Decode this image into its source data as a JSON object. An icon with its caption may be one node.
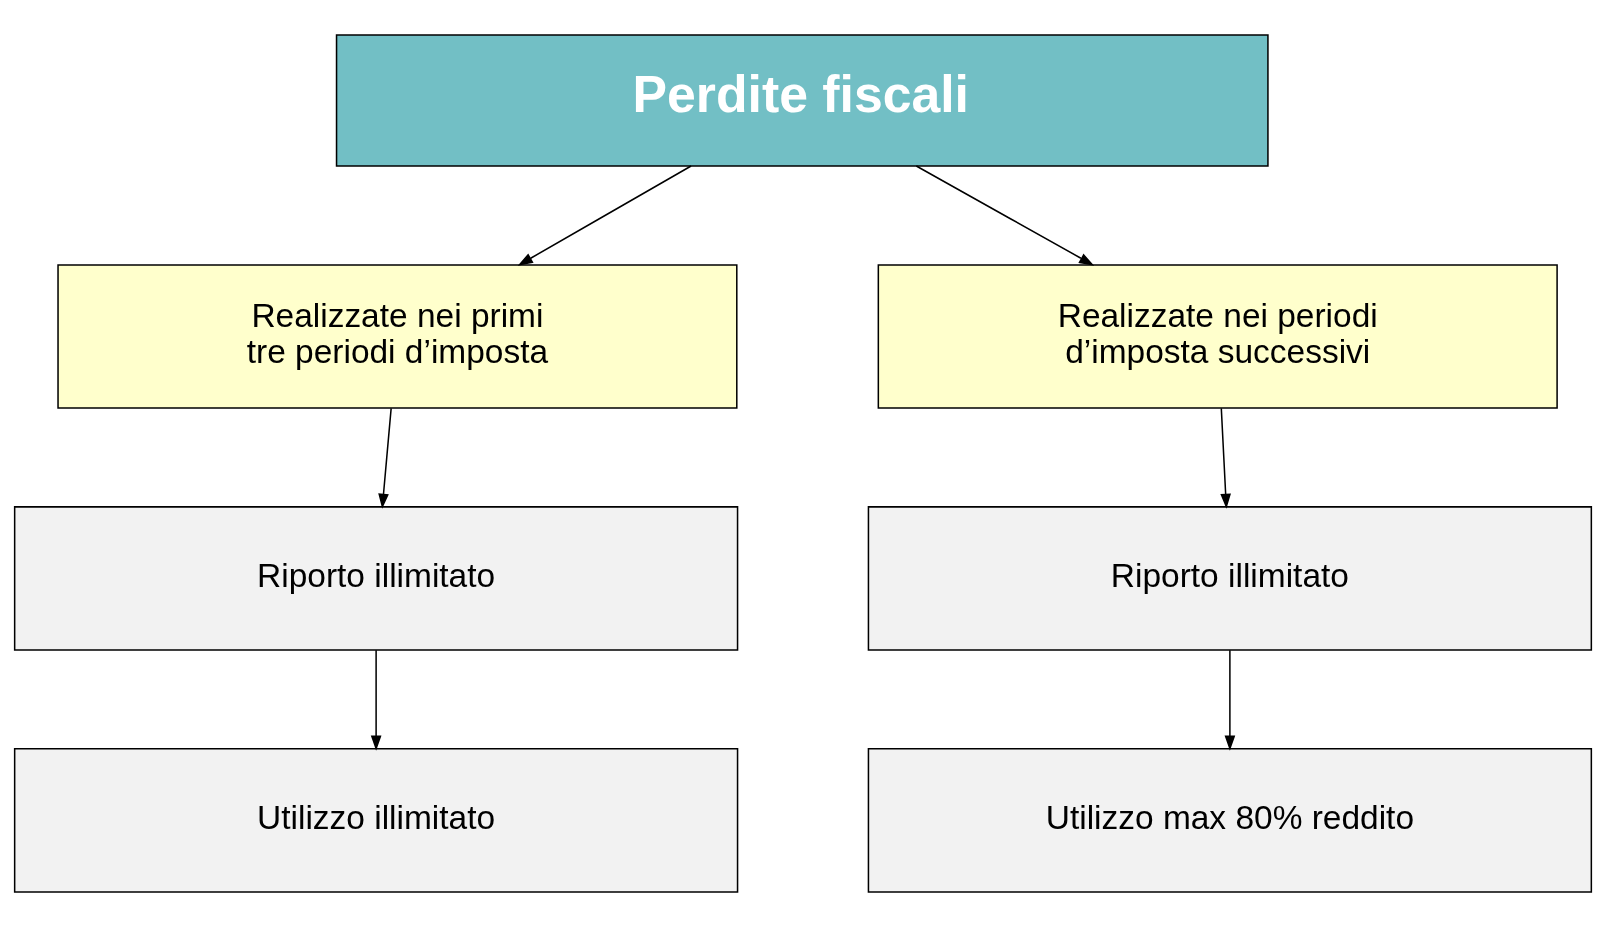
{
  "diagram": {
    "nodes": [
      {
        "text": [
          "Perdite fiscali"
        ]
      },
      {
        "text": [
          "Realizzate nei primi tre periodi d’imposta"
        ]
      },
      {
        "text": [
          "Realizzate nei periodi d’imposta successivi"
        ]
      },
      {
        "text": [
          "Riporto illimitato"
        ]
      },
      {
        "text": [
          "Riporto illimitato"
        ]
      },
      {
        "text": [
          "Utilizzo illimitato"
        ]
      },
      {
        "text": [
          "Utilizzo max 80% reddito"
        ]
      }
    ],
    "edges": [
      {
        "from": 0,
        "to": 1,
        "arrow": "to"
      },
      {
        "from": 0,
        "to": 2,
        "arrow": "to"
      },
      {
        "from": 1,
        "to": 3,
        "arrow": "to"
      },
      {
        "from": 2,
        "to": 4,
        "arrow": "to"
      },
      {
        "from": 3,
        "to": 5,
        "arrow": "to"
      },
      {
        "from": 4,
        "to": 6,
        "arrow": "to"
      }
    ]
  }
}
